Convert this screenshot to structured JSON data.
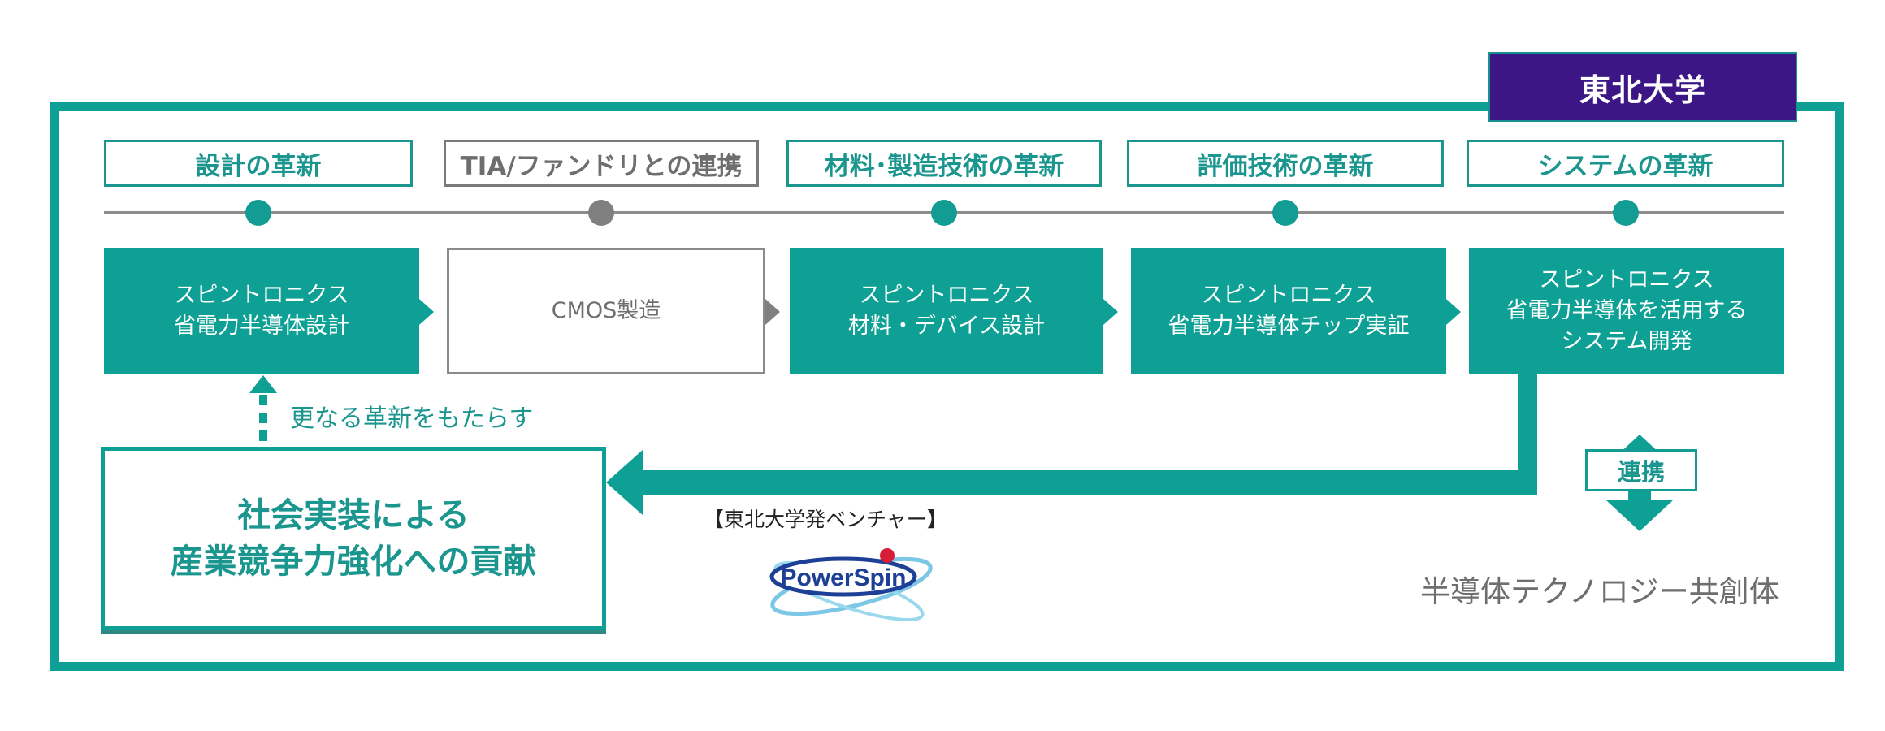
{
  "organization_badge": "東北大学",
  "stages": [
    {
      "header": "設計の革新",
      "style": "teal",
      "process_lines": [
        "スピントロニクス",
        "省電力半導体設計"
      ]
    },
    {
      "header": "TIA/ファンドリとの連携",
      "style": "gray",
      "process_lines": [
        "CMOS製造"
      ]
    },
    {
      "header": "材料･製造技術の革新",
      "style": "teal",
      "process_lines": [
        "スピントロニクス",
        "材料・デバイス設計"
      ]
    },
    {
      "header": "評価技術の革新",
      "style": "teal",
      "process_lines": [
        "スピントロニクス",
        "省電力半導体チップ実証"
      ]
    },
    {
      "header": "システムの革新",
      "style": "teal",
      "process_lines": [
        "スピントロニクス",
        "省電力半導体を活用する",
        "システム開発"
      ]
    }
  ],
  "feedback_label": "更なる革新をもたらす",
  "outcome_lines": [
    "社会実装による",
    "産業競争力強化への貢献"
  ],
  "venture_label": "【東北大学発ベンチャー】",
  "venture_logo_text": "PowerSpin",
  "collaboration_label": "連携",
  "community_label": "半導体テクノロジー共創体",
  "colors": {
    "teal": "#0ea095",
    "purple": "#3d1686",
    "gray": "#808080"
  }
}
